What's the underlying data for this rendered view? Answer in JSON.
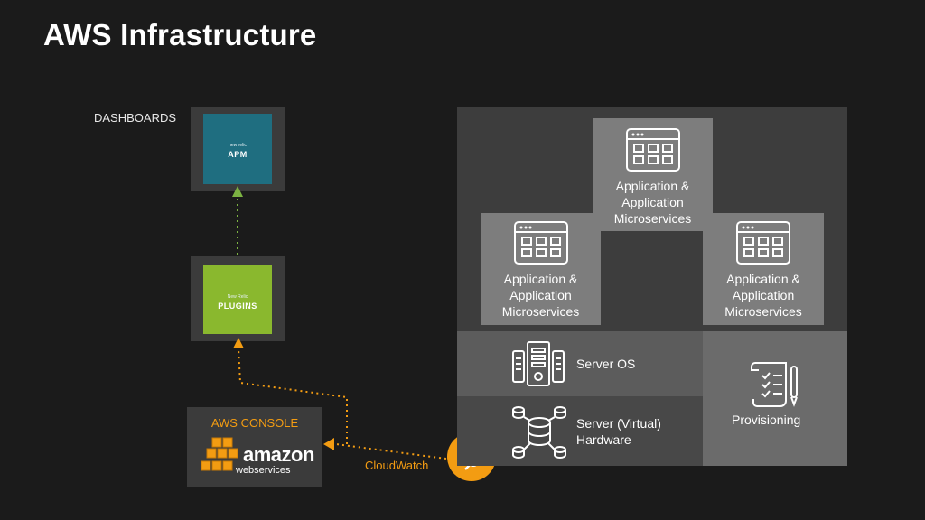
{
  "title": "AWS Infrastructure",
  "dashboards_label": "DASHBOARDS",
  "apm_tile": {
    "brand": "new relic",
    "name": "APM"
  },
  "plugins_tile": {
    "brand": "New Relic",
    "name": "PLUGINS"
  },
  "aws_console": {
    "label": "AWS CONSOLE",
    "logo_word": "amazon",
    "logo_sub": "webservices"
  },
  "cloudwatch_label": "CloudWatch",
  "app_cards": [
    {
      "line1": "Application &",
      "line2": "Application",
      "line3": "Microservices"
    },
    {
      "line1": "Application &",
      "line2": "Application",
      "line3": "Microservices"
    },
    {
      "line1": "Application &",
      "line2": "Application",
      "line3": "Microservices"
    }
  ],
  "server_os_label": "Server OS",
  "server_hw": {
    "line1": "Server (Virtual)",
    "line2": "Hardware"
  },
  "provisioning_label": "Provisioning",
  "colors": {
    "accent_orange": "#f39c12",
    "arrow_green": "#7cb342",
    "apm_teal": "#1f6e80",
    "plugins_green": "#8ab82e"
  },
  "icons": [
    "app-window-icon",
    "server-icon",
    "database-icon",
    "clipboard-checklist-icon",
    "cloud-search-icon",
    "aws-cubes-icon"
  ]
}
